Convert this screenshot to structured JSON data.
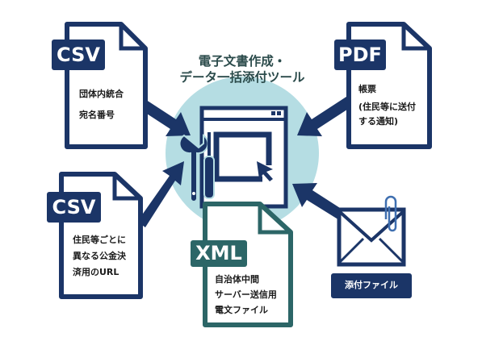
{
  "title": {
    "line1": "電子文書作成・",
    "line2": "データ一括添付ツール"
  },
  "inputs": [
    {
      "format": "CSV",
      "lines": [
        "団体内統合",
        "宛名番号"
      ]
    },
    {
      "format": "CSV",
      "lines": [
        "住民等ごとに",
        "異なる公金決",
        "済用のURL"
      ]
    },
    {
      "format": "PDF",
      "lines": [
        "帳票",
        "(住民等に送付",
        "する通知)"
      ]
    }
  ],
  "attachment": {
    "label": "添付ファイル"
  },
  "output": {
    "format": "XML",
    "lines": [
      "自治体中間",
      "サーバー送信用",
      "電文ファイル"
    ]
  },
  "colors": {
    "navy": "#1b3567",
    "teal": "#2c6667",
    "circle": "#b5dde3"
  }
}
